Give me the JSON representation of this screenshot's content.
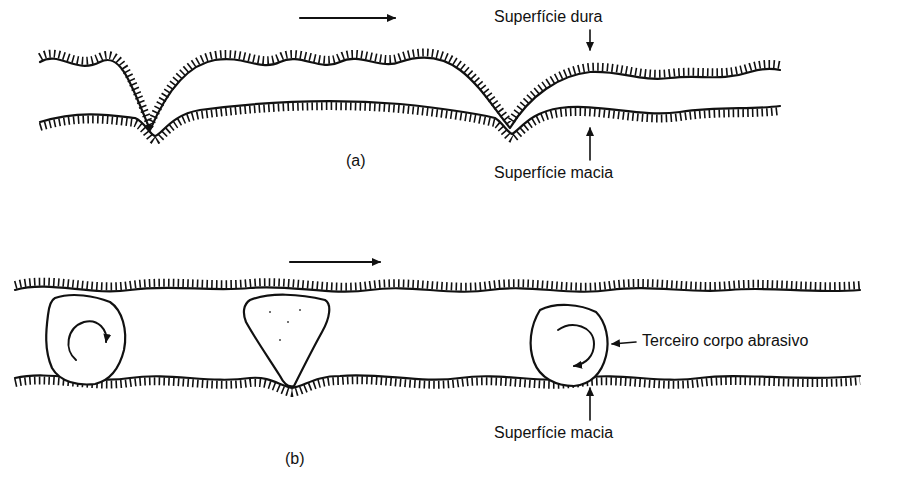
{
  "diagram": {
    "labels": [
      "Superfície dura",
      "Superfície macia",
      "(a)",
      "Terceiro corpo abrasivo",
      "Superfície macia",
      "(b)"
    ]
  }
}
